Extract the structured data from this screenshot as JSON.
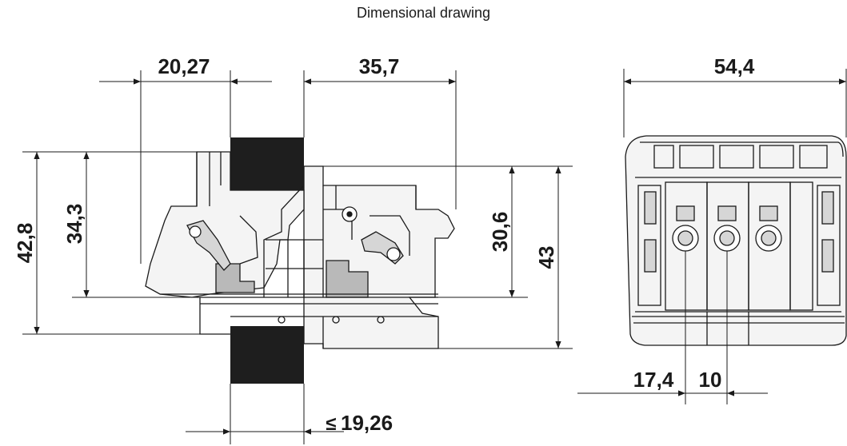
{
  "title": "Dimensional drawing",
  "dimensions": {
    "top_left_width": "20,27",
    "top_mid_width": "35,7",
    "top_right_width": "54,4",
    "left_outer_height": "42,8",
    "left_inner_height": "34,3",
    "right_inner_height": "30,6",
    "right_outer_height": "43",
    "bottom_pitch_offset": "17,4",
    "bottom_pitch": "10",
    "bottom_max_width_symbol": "≤",
    "bottom_max_width": "19,26"
  },
  "colors": {
    "line": "#1a1a1a",
    "fill_dark": "#1e1e1e",
    "fill_light": "#d6d6d6",
    "fill_mid": "#b9b9b9",
    "background": "#ffffff"
  }
}
